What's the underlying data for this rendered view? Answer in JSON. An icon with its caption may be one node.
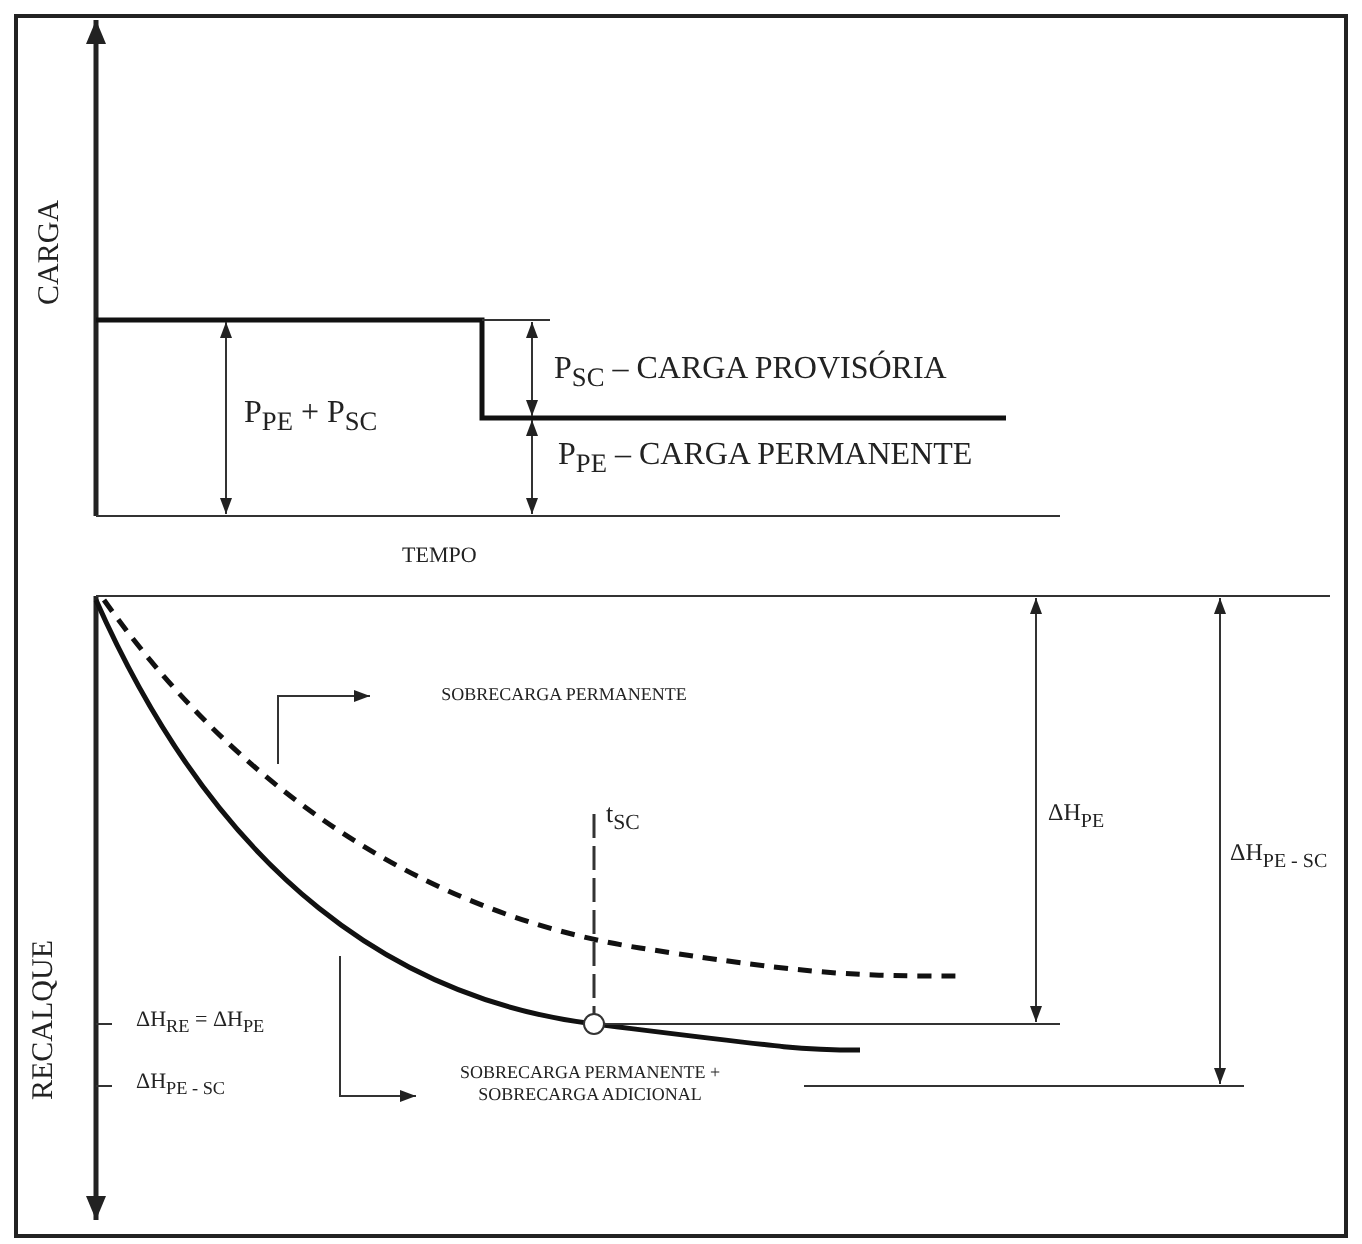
{
  "diagram": {
    "nodes": [
      {
        "text": [
          "SOBRECARGA PERMANENTE"
        ]
      },
      {
        "text": [
          "SOBRECARGA PERMANENTE + SOBRECARGA ADICIONAL"
        ]
      }
    ],
    "edges": [
      {
        "from": null,
        "to": 0,
        "arrow": "to"
      },
      {
        "from": null,
        "to": 1,
        "arrow": "to"
      }
    ],
    "labels": [
      "CARGA",
      "P$_{PE}$ + P$_{SC}$",
      "P$_{SC}$ – CARGA PROVISÓRIA",
      "P$_{PE}$ – CARGA PERMANENTE",
      "TEMPO",
      "t$_{SC}$",
      "ΔH$_{PE}$",
      "ΔH$_{PE - SC}$",
      "RECALQUE",
      "ΔH$_{RE}$ = ΔH$_{PE}$",
      "ΔH$_{PE - SC}$"
    ]
  }
}
